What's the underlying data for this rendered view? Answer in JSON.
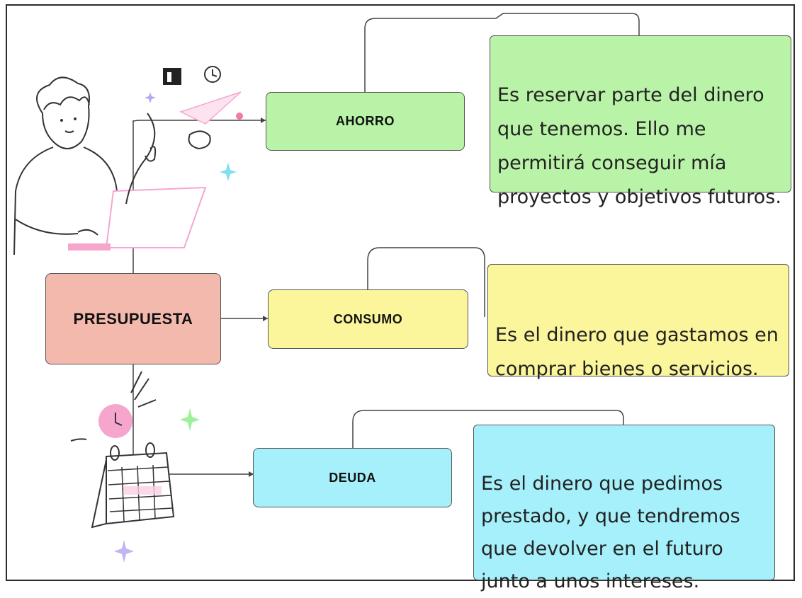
{
  "colors": {
    "root": "#f3b9ad",
    "ahorro": "#b9f3a7",
    "consumo": "#fbf59c",
    "deuda": "#a6f0fb",
    "line": "#444444"
  },
  "root": {
    "label": "PRESUPUESTA"
  },
  "branches": [
    {
      "key": "ahorro",
      "label": "AHORRO",
      "description": "Es reservar parte del dinero\nque tenemos. Ello me\npermitirá conseguir mía\nproyectos y objetivos futuros."
    },
    {
      "key": "consumo",
      "label": "CONSUMO",
      "description": "Es el dinero que gastamos en\ncomprar bienes o servicios."
    },
    {
      "key": "deuda",
      "label": "DEUDA",
      "description": "Es el dinero que pedimos\nprestado, y que tendremos\nque devolver en el futuro\njunto a unos intereses."
    }
  ],
  "illustrations": [
    "person-laptop-illustration",
    "clock-illustration",
    "calendar-illustration",
    "sparkle-icon"
  ]
}
